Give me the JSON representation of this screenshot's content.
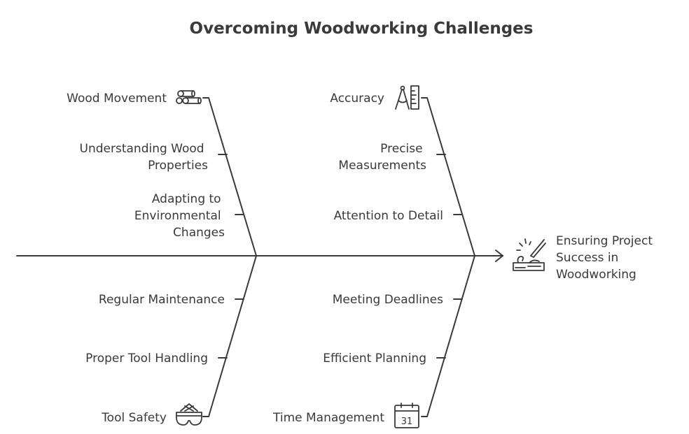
{
  "title": "Overcoming Woodworking Challenges",
  "outcome": {
    "lines": [
      "Ensuring Project",
      "Success in",
      "Woodworking"
    ],
    "icon": "woodworking-project-icon"
  },
  "categories": {
    "wood_movement": {
      "label": "Wood Movement",
      "icon": "logs-icon",
      "causes": [
        [
          "Understanding Wood",
          "Properties"
        ],
        [
          "Adapting to",
          "Environmental",
          "Changes"
        ]
      ]
    },
    "accuracy": {
      "label": "Accuracy",
      "icon": "compass-ruler-icon",
      "causes": [
        [
          "Precise",
          "Measurements"
        ],
        [
          "Attention to Detail"
        ]
      ]
    },
    "tool_safety": {
      "label": "Tool Safety",
      "icon": "safety-goggles-icon",
      "causes": [
        [
          "Regular Maintenance"
        ],
        [
          "Proper Tool Handling"
        ]
      ]
    },
    "time_management": {
      "label": "Time Management",
      "icon": "calendar-icon",
      "icon_text": "31",
      "causes": [
        [
          "Meeting Deadlines"
        ],
        [
          "Efficient Planning"
        ]
      ]
    }
  }
}
